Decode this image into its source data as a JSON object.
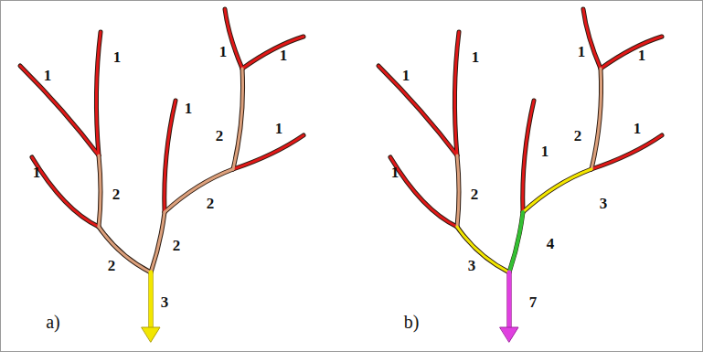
{
  "diagram": {
    "labels": [
      "1",
      "1",
      "1",
      "1",
      "1",
      "2",
      "1",
      "2",
      "1",
      "2",
      "2",
      "2",
      "3",
      "a)",
      "1",
      "1",
      "1",
      "1",
      "1",
      "2",
      "1",
      "2",
      "1",
      "3",
      "4",
      "3",
      "7",
      "b)"
    ]
  }
}
